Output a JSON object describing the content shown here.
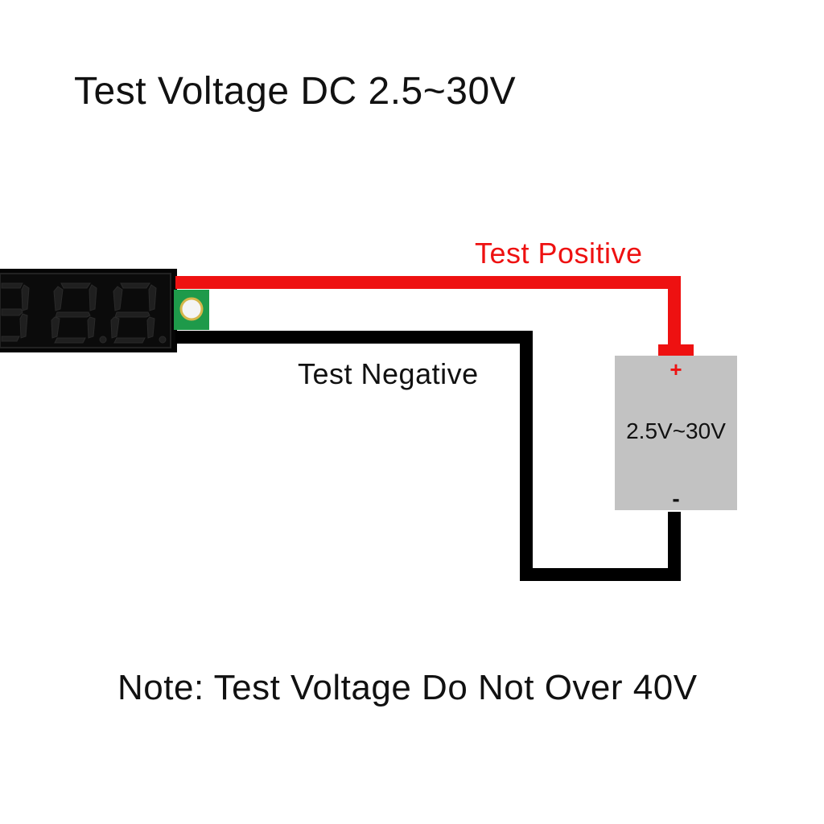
{
  "title": "Test Voltage DC 2.5~30V",
  "wires": {
    "positive_label": "Test Positive",
    "negative_label": "Test Negative",
    "positive_color": "#ee1111",
    "negative_color": "#000000"
  },
  "source": {
    "range_label": "2.5V~30V",
    "plus_symbol": "+",
    "minus_symbol": "-",
    "fill_color": "#c2c2c2"
  },
  "voltmeter": {
    "digit_color": "#1c1c1c",
    "board_color": "#1e9a4a"
  },
  "note": "Note: Test Voltage Do Not Over 40V"
}
